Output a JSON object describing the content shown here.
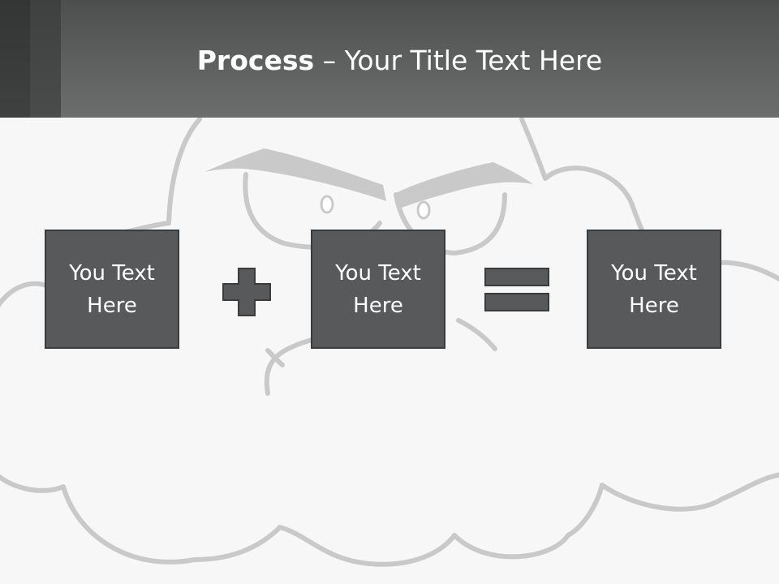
{
  "title": {
    "bold": "Process",
    "rest": " – Your Title Text Here"
  },
  "boxes": [
    {
      "text": "You Text Here"
    },
    {
      "text": "You Text Here"
    },
    {
      "text": "You Text Here"
    }
  ],
  "operators": {
    "plus": "plus-icon",
    "equals": "equals-icon"
  },
  "colors": {
    "header": "#5f6060",
    "box_fill": "#58595b",
    "box_border": "#3a3b3c",
    "background": "#f7f7f7",
    "art_stroke": "#c9c9c9"
  }
}
